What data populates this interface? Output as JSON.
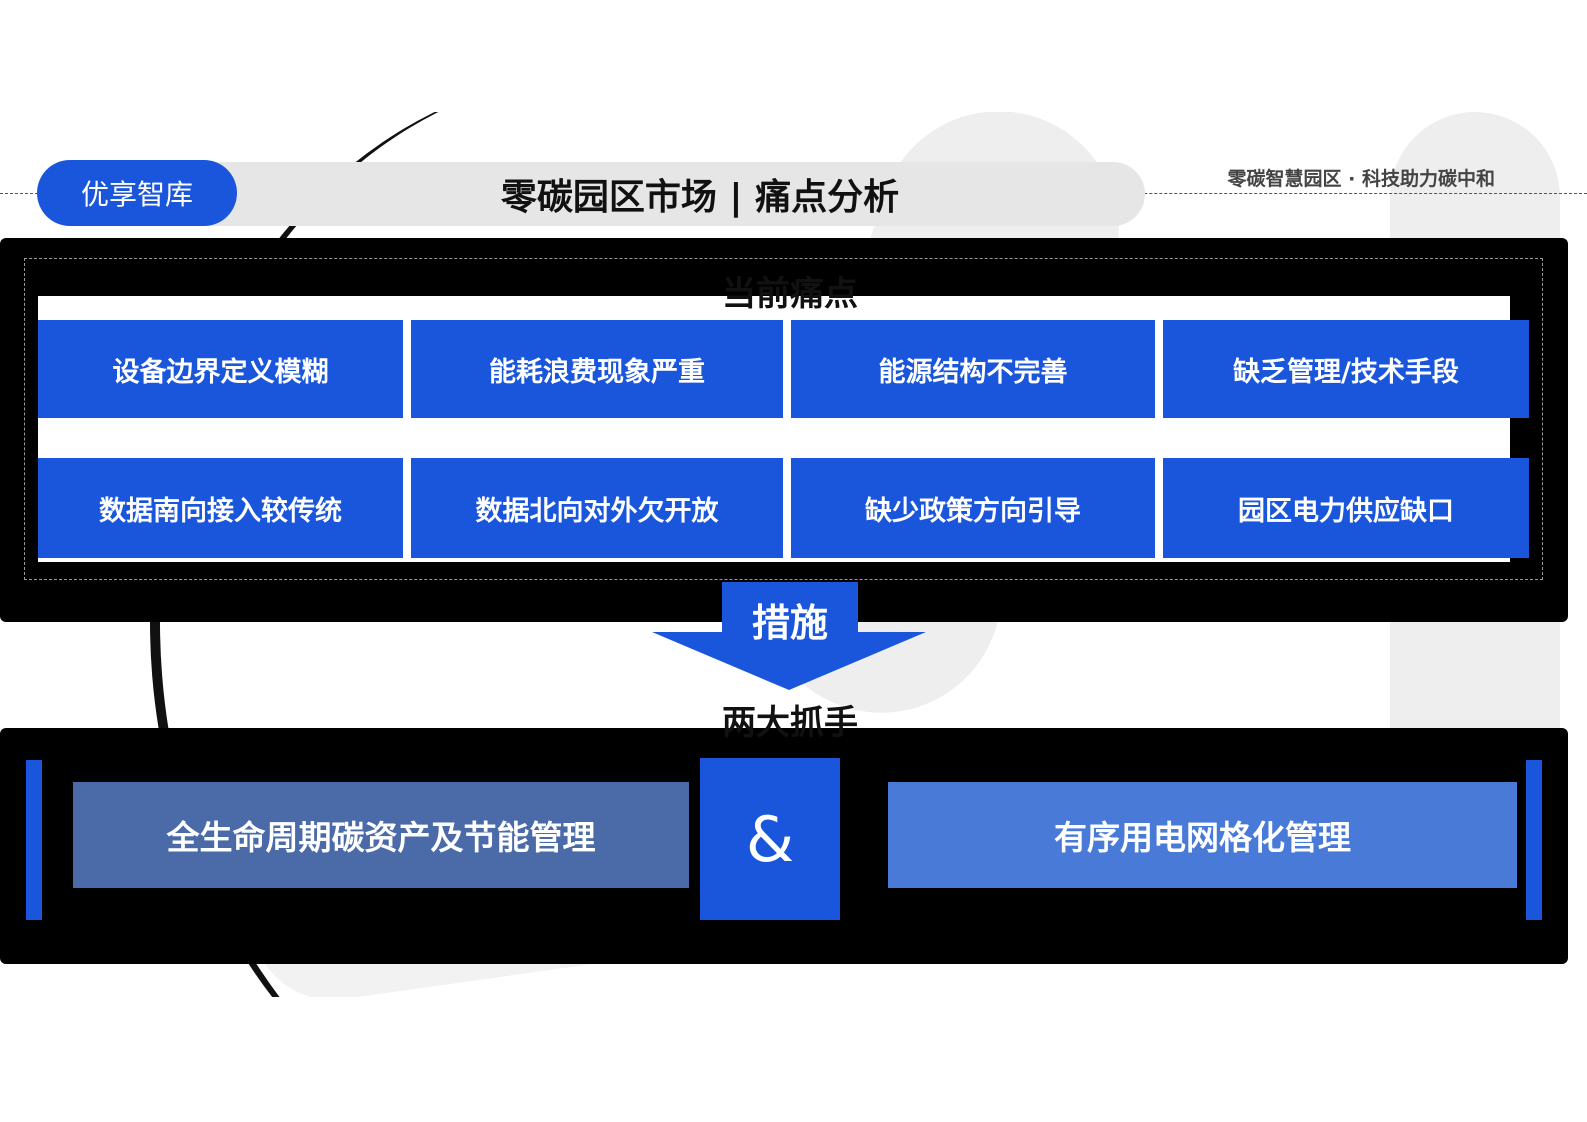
{
  "header": {
    "brand": "优享智库",
    "title": "零碳园区市场 | 痛点分析",
    "tagline": "零碳智慧园区 · 科技助力碳中和"
  },
  "pain_points": {
    "heading": "当前痛点",
    "items": [
      "设备边界定义模糊",
      "能耗浪费现象严重",
      "能源结构不完善",
      "缺乏管理/技术手段",
      "数据南向接入较传统",
      "数据北向对外欠开放",
      "缺少政策方向引导",
      "园区电力供应缺口"
    ]
  },
  "measures": {
    "label": "措施",
    "heading": "两大抓手"
  },
  "grips": {
    "left": "全生命周期碳资产及节能管理",
    "connector": "&",
    "right": "有序用电网格化管理"
  },
  "colors": {
    "primary_blue": "#1a56db",
    "grip_left": "#4a6aa8",
    "grip_right": "#4a7ad8"
  }
}
